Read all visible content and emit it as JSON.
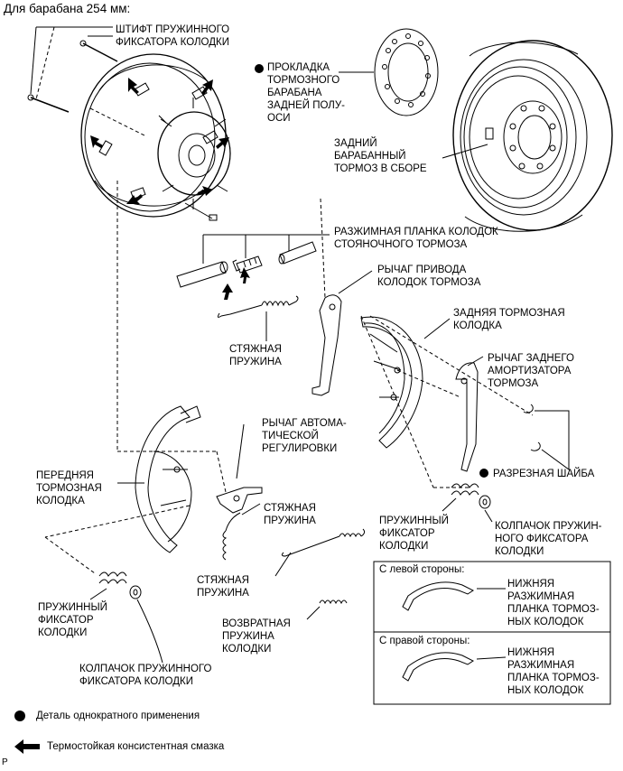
{
  "title": "Для барабана 254 мм:",
  "labels": {
    "shoe_hold_down_pin": "ШТИФТ ПРУЖИННОГО\nФИКСАТОРА КОЛОДКИ",
    "drum_gasket": "ПРОКЛАДКА\nТОРМОЗНОГО\nБАРАБАНА\nЗАДНЕЙ ПОЛУ-\nОСИ",
    "drum_assy": "ЗАДНИЙ\nБАРАБАННЫЙ\nТОРМОЗ В СБОРЕ",
    "parking_strut": "РАЗЖИМНАЯ ПЛАНКА КОЛОДОК\nСТОЯНОЧНОГО ТОРМОЗА",
    "parking_lever": "РЫЧАГ ПРИВОДА\nКОЛОДОК ТОРМОЗА",
    "tension_spring_1": "СТЯЖНАЯ\nПРУЖИНА",
    "rear_shoe": "ЗАДНЯЯ ТОРМОЗНАЯ\nКОЛОДКА",
    "rear_absorber_lever": "РЫЧАГ ЗАДНЕГО\nАМОРТИЗАТОРА\nТОРМОЗА",
    "auto_adjust_lever": "РЫЧАГ АВТОМА-\nТИЧЕСКОЙ\nРЕГУЛИРОВКИ",
    "c_washer": "РАЗРЕЗНАЯ ШАЙБА",
    "front_shoe": "ПЕРЕДНЯЯ\nТОРМОЗНАЯ\nКОЛОДКА",
    "tension_spring_2": "СТЯЖНАЯ\nПРУЖИНА",
    "hold_down_spring_right": "ПРУЖИННЫЙ\nФИКСАТОР\nКОЛОДКИ",
    "hold_down_cup_right": "КОЛПАЧОК ПРУЖИН-\nНОГО ФИКСАТОРА\nКОЛОДКИ",
    "tension_spring_3": "СТЯЖНАЯ\nПРУЖИНА",
    "hold_down_spring_left": "ПРУЖИННЫЙ\nФИКСАТОР\nКОЛОДКИ",
    "return_spring": "ВОЗВРАТНАЯ\nПРУЖИНА\nКОЛОДКИ",
    "hold_down_cup_left": "КОЛПАЧОК ПРУЖИННОГО\nФИКСАТОРА КОЛОДКИ"
  },
  "inset_left": {
    "heading": "С левой стороны:",
    "part": "НИЖНЯЯ\nРАЗЖИМНАЯ\nПЛАНКА ТОРМОЗ-\nНЫХ КОЛОДОК"
  },
  "inset_right": {
    "heading": "С правой стороны:",
    "part": "НИЖНЯЯ\nРАЗЖИМНАЯ\nПЛАНКА ТОРМОЗ-\nНЫХ КОЛОДОК"
  },
  "legend": {
    "non_reusable": "Деталь однократного применения",
    "grease": "Термостойкая консистентная смазка"
  },
  "footer_mark": "P"
}
